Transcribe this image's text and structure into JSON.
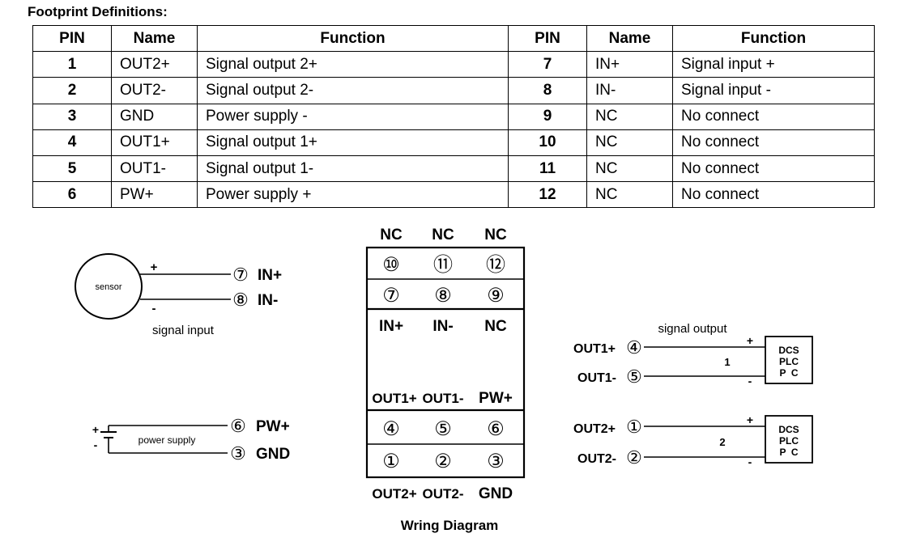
{
  "heading": "Footprint Definitions:",
  "table": {
    "headers": [
      "PIN",
      "Name",
      "Function",
      "PIN",
      "Name",
      "Function"
    ],
    "rows": [
      {
        "pin_a": "1",
        "name_a": "OUT2+",
        "func_a": "Signal output 2+",
        "pin_b": "7",
        "name_b": "IN+",
        "func_b": "Signal input +"
      },
      {
        "pin_a": "2",
        "name_a": "OUT2-",
        "func_a": "Signal output 2-",
        "pin_b": "8",
        "name_b": "IN-",
        "func_b": "Signal input -"
      },
      {
        "pin_a": "3",
        "name_a": "GND",
        "func_a": "Power supply -",
        "pin_b": "9",
        "name_b": "NC",
        "func_b": "No connect"
      },
      {
        "pin_a": "4",
        "name_a": "OUT1+",
        "func_a": "Signal output 1+",
        "pin_b": "10",
        "name_b": "NC",
        "func_b": "No connect"
      },
      {
        "pin_a": "5",
        "name_a": "OUT1-",
        "func_a": "Signal output 1-",
        "pin_b": "11",
        "name_b": "NC",
        "func_b": "No connect"
      },
      {
        "pin_a": "6",
        "name_a": "PW+",
        "func_a": "Power supply +",
        "pin_b": "12",
        "name_b": "NC",
        "func_b": "No connect"
      }
    ]
  },
  "diagram": {
    "top_labels": [
      "NC",
      "NC",
      "NC"
    ],
    "row_top_pins": [
      "⑩",
      "⑪",
      "⑫"
    ],
    "row_mid_pins": [
      "⑦",
      "⑧",
      "⑨"
    ],
    "mid_labels": [
      "IN+",
      "IN-",
      "NC"
    ],
    "lower_labels": [
      "OUT1+",
      "OUT1-",
      "PW+"
    ],
    "row_low_pins": [
      "④",
      "⑤",
      "⑥"
    ],
    "row_bot_pins": [
      "①",
      "②",
      "③"
    ],
    "bottom_labels": [
      "OUT2+",
      "OUT2-",
      "GND"
    ],
    "sensor_label": "sensor",
    "plus": "+",
    "minus": "-",
    "in_plus_pin": "⑦",
    "in_plus_label": "IN+",
    "in_minus_pin": "⑧",
    "in_minus_label": "IN-",
    "signal_input": "signal input",
    "power_supply": "power supply",
    "pw_pin": "⑥",
    "pw_label": "PW+",
    "gnd_pin": "③",
    "gnd_label": "GND",
    "signal_output": "signal output",
    "out1p": "OUT1+",
    "out1p_pin": "④",
    "out1m": "OUT1-",
    "out1m_pin": "⑤",
    "out2p": "OUT2+",
    "out2p_pin": "①",
    "out2m": "OUT2-",
    "out2m_pin": "②",
    "ch1": "1",
    "ch2": "2",
    "dcs_box": [
      "DCS",
      "PLC",
      "P  C"
    ],
    "caption": "Wring Diagram"
  }
}
